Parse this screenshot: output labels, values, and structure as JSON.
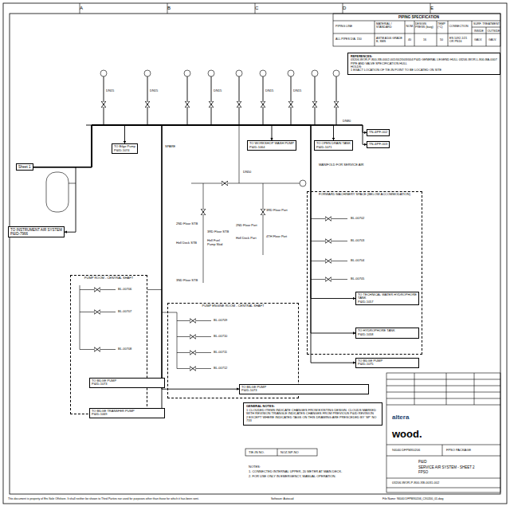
{
  "diagram": {
    "nodes": [
      {
        "text": [
          "REFERENCES:",
          "03206-WOR-P-800-XB-0002-001/002/003/004 P&ID GENERAL LEGEND HULL 03206-WOR-L-800-BA-0007 PIPE AND VALVE SPECIFICATION HULL",
          "HOLDS:",
          "1 EXACT LOCATION OF TIE-IN POINT TO BE LOCATED ON SITE"
        ]
      },
      {
        "text": [
          "Sheet 1"
        ]
      },
      {
        "text": [
          "TO INSTRUMENT AIR SYSTEM",
          "P&ID-7966"
        ]
      },
      {
        "text": [
          "TO Bilge Pump",
          "P&ID-1074"
        ]
      },
      {
        "text": [
          "TO WORKSHOP WASH PUMP",
          "P&ID-1064"
        ]
      },
      {
        "text": [
          "TO OPEN DRAIN TANK",
          "P&ID-1071"
        ]
      },
      {
        "text": [
          "TN-4/PF-002"
        ]
      },
      {
        "text": [
          "TN-4/PF-003"
        ]
      },
      {
        "text": [
          "FORWARD MACHINERY SPACE (BELOW ACCOMMODATION)"
        ]
      },
      {
        "text": [
          "TO TECHNICAL WATER HYDROPHORE TANK",
          "P&ID-1057"
        ],
        "in": 8
      },
      {
        "text": [
          "TO HYDROPHORE TANK",
          "P&ID-1058"
        ],
        "in": 8
      },
      {
        "text": [
          "TO BILGE PUMP",
          "P&ID-1075"
        ],
        "in": 8
      },
      {
        "text": [
          "PUMP ROOM - CENTRAL SHAFT"
        ]
      },
      {
        "text": [
          "TO BILGE PUMP",
          "P&ID-1073"
        ],
        "in": 12
      },
      {
        "text": [
          "TO BILGE TRANSFER PUMP",
          "P&ID-1069"
        ],
        "in": 12
      },
      {
        "text": [
          "PUMP ENGINE ROOM - CENTRAL SHAFT"
        ]
      },
      {
        "text": [
          "TO BILGE PUMP",
          "P&ID-1073"
        ],
        "in": 15
      },
      {
        "text": [
          "GENERAL NOTES:",
          "1 CLOUDED ITEMS INDICATE CHANGES FROM EXISTING DESIGN. CLOUDS MARKED WITH REVISION TRIANGLE INDICATES CHANGES FROM PREVIOUS P&ID REVISION",
          "2 EXCEPT WHERE INDICATED TAGS ON THIS DRAWING ARE PRESCEDED BY 'SP' NO 733"
        ]
      }
    ],
    "edges": [
      {
        "from": 1,
        "to": 2,
        "arrow": "to"
      },
      {
        "from": 1,
        "to": 3,
        "arrow": "to"
      },
      {
        "from": 1,
        "to": 4,
        "arrow": "to"
      },
      {
        "from": 1,
        "to": 5,
        "arrow": "to"
      },
      {
        "from": 1,
        "to": 6,
        "arrow": "to"
      },
      {
        "from": 1,
        "to": 7,
        "arrow": "to"
      },
      {
        "from": 1,
        "to": 9,
        "arrow": "to"
      },
      {
        "from": 1,
        "to": 10,
        "arrow": "to"
      },
      {
        "from": 1,
        "to": 11,
        "arrow": "to"
      },
      {
        "from": 1,
        "to": 13,
        "arrow": "to"
      },
      {
        "from": 1,
        "to": 14,
        "arrow": "to"
      },
      {
        "from": 1,
        "to": 16,
        "arrow": "to"
      }
    ],
    "labels": [
      "A",
      "B",
      "C",
      "D",
      "E",
      "PIPING SPECIFICATION",
      "PIPING LINE",
      "MATERIAL / STANDARD",
      "NOM.",
      "DESIGN PRESS (barg)",
      "TEMP (°C)",
      "CONNECTION",
      "SURF. TREATMENT",
      "INSIDE",
      "OUTSIDE",
      "ALL PIPES DIA. 150",
      "ASTM A106 GRADE B, SMS",
      "40",
      "16",
      "50",
      "EN 1092-1/21 OR PN16",
      "GALV.",
      "GALV.",
      "DN80",
      "MANIFOLD FOR SERVICE AIR",
      "SPARE",
      "DN15",
      "DN15",
      "DN15",
      "DN15",
      "DN15",
      "2ND Floor STB",
      "3RD Floor STB",
      "Hell Deck STB",
      "Hell Fuel Pump Skid",
      "3ND Floor STB",
      "2ND Floor Port",
      "3RD Floor Port",
      "4TH Floor Port",
      "Hell Deck Port",
      "DN50",
      "BL-00702",
      "BL-00703",
      "BL-00704",
      "BL-00705",
      "BL-00706",
      "BL-00707",
      "BL-00708",
      "BL-00709",
      "BL-00710",
      "BL-00711",
      "BL-00712",
      "TIE-IN NO.",
      "NOZ-NP-NO",
      "NOTES:",
      "1. CONNECTED INTERNAL UPPER, 20 METER AT MAIN DECK.",
      "2. FOR USE ONLY IN EMERGENCY, MANUAL OPERATION.",
      "altera",
      "wood.",
      "94040 DFPMX0206",
      "FPSO PACKAGE",
      "P&ID",
      "SERVICE AIR SYSTEM - SHEET 2",
      "FPSO",
      "03206-WOR-P-800-XB-0031-002",
      "This document is property of Eni Sole Offshore. It shall neither be shown to Third Parties nor used for purposes other than those for which it has been sent.",
      "Software: Autocad",
      "File Name: 94040 DFPMX0206_CX0200_01.dwg"
    ]
  }
}
